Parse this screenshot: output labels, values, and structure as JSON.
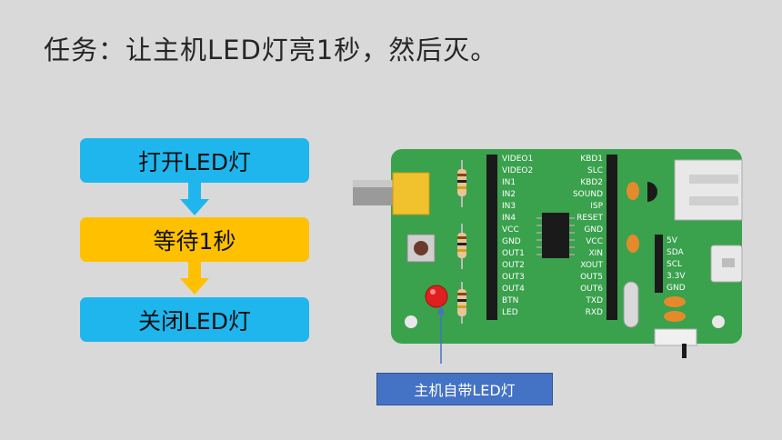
{
  "title": "任务：让主机LED灯亮1秒，然后灭。",
  "flow": {
    "steps": [
      {
        "label": "打开LED灯",
        "color": "#1fb6ee"
      },
      {
        "label": "等待1秒",
        "color": "#ffc000"
      },
      {
        "label": "关闭LED灯",
        "color": "#1fb6ee"
      }
    ]
  },
  "board": {
    "left_labels": [
      "VIDEO1",
      "VIDEO2",
      "IN1",
      "IN2",
      "IN3",
      "IN4",
      "VCC",
      "GND",
      "OUT1",
      "OUT2",
      "OUT3",
      "OUT4",
      "BTN",
      "LED"
    ],
    "right_labels": [
      "KBD1",
      "SLC",
      "KBD2",
      "SOUND",
      "ISP",
      "RESET",
      "GND",
      "VCC",
      "XIN",
      "XOUT",
      "OUT5",
      "OUT6",
      "TXD",
      "RXD"
    ],
    "side_labels": [
      "5V",
      "SDA",
      "SCL",
      "3.3V",
      "GND"
    ],
    "pcb_color": "#3aa14d"
  },
  "callout": {
    "label": "主机自带LED灯"
  }
}
